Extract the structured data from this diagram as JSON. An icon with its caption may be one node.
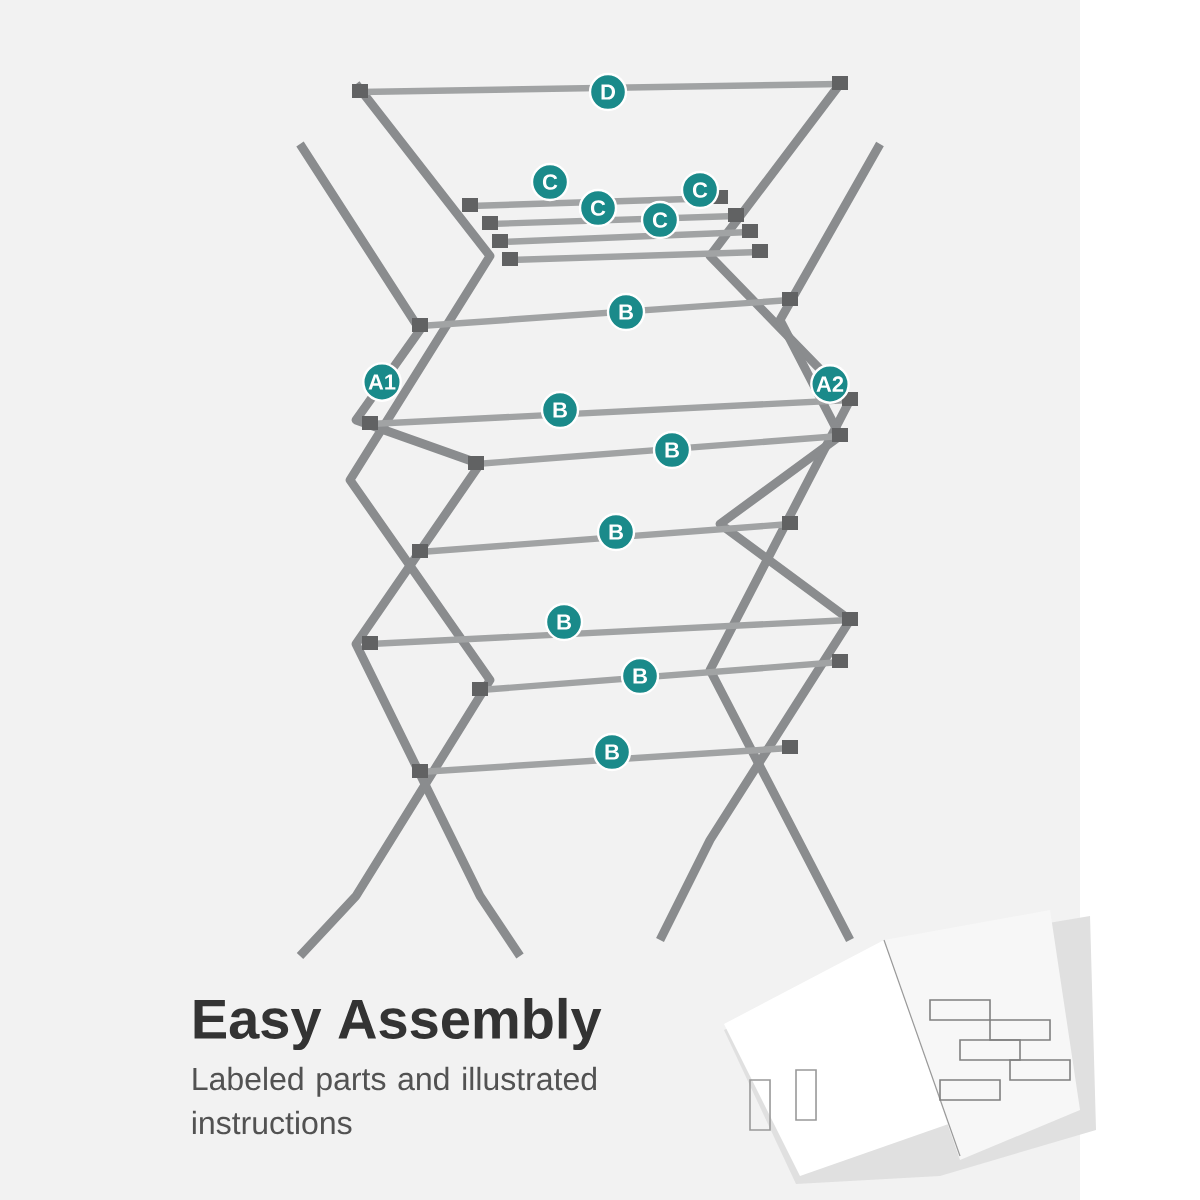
{
  "diagram": {
    "title": "Easy Assembly",
    "caption": "Labeled parts and illustrated instructions",
    "nodes": [
      {
        "text": [
          "D"
        ]
      },
      {
        "text": [
          "C"
        ]
      },
      {
        "text": [
          "C"
        ]
      },
      {
        "text": [
          "C"
        ]
      },
      {
        "text": [
          "C"
        ]
      },
      {
        "text": [
          "B"
        ]
      },
      {
        "text": [
          "A1"
        ]
      },
      {
        "text": [
          "A2"
        ]
      },
      {
        "text": [
          "B"
        ]
      },
      {
        "text": [
          "B"
        ]
      },
      {
        "text": [
          "B"
        ]
      },
      {
        "text": [
          "B"
        ]
      },
      {
        "text": [
          "B"
        ]
      },
      {
        "text": [
          "B"
        ]
      }
    ]
  }
}
